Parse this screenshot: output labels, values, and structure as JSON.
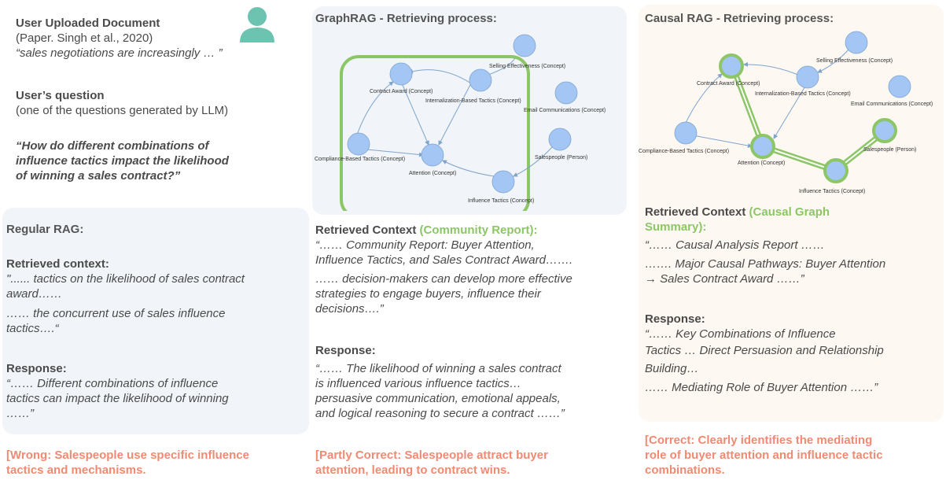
{
  "colors": {
    "accent_green": "#8cc666",
    "verdict_red": "#f08a72",
    "panel_gray": "#f1f4f8",
    "panel_cream": "#fdf8f2",
    "node_blue": "#a3c6f5",
    "avatar_teal": "#6cc3b0"
  },
  "upload": {
    "title": "User Uploaded Document",
    "source": "(Paper. Singh et al., 2020)",
    "quote": "“sales negotiations are increasingly … ”",
    "question_title": "User’s question",
    "question_note": "(one of the questions generated by LLM)",
    "question_line1": "“How do different combinations of",
    "question_line2": "influence tactics impact the likelihood",
    "question_line3": "of winning a sales contract?”"
  },
  "regular": {
    "heading": "Regular RAG:",
    "context_title": "Retrieved context:",
    "context_line1": "\"...... tactics on the likelihood of sales contract",
    "context_line2": "award……",
    "context_line3": "…… the concurrent use of sales influence",
    "context_line4": "tactics….“",
    "response_title": "Response:",
    "response_line1": "“…… Different combinations of influence",
    "response_line2": "tactics can impact the likelihood of winning",
    "response_line3": "……”",
    "verdict_line1": "[Wrong: Salespeople use specific influence",
    "verdict_line2": "tactics and mechanisms."
  },
  "graphrag": {
    "heading": "GraphRAG - Retrieving process:",
    "context_title": "Retrieved Context ",
    "context_type": "(Community Report):",
    "context_line1": "“…… Community Report: Buyer Attention,",
    "context_line2": "Influence Tactics, and Sales Contract Award…….",
    "context_line3": "…… decision-makers can develop more effective",
    "context_line4": "strategies to engage buyers, influence their",
    "context_line5": "decisions….”",
    "response_title": "Response:",
    "response_line1": "“…… The likelihood of winning a sales contract",
    "response_line2": "is influenced various influence tactics…",
    "response_line3": "persuasive communication, emotional appeals,",
    "response_line4": "and logical reasoning to secure a contract ……”",
    "verdict_line1": "[Partly Correct: Salespeople attract buyer",
    "verdict_line2": "attention, leading to contract wins."
  },
  "causal": {
    "heading": "Causal RAG - Retrieving process:",
    "context_title": "Retrieved Context ",
    "context_type_line1": "(Causal Graph",
    "context_type_line2": "Summary):",
    "context_line1": "“…… Causal Analysis Report ……",
    "context_line2": "……. Major Causal Pathways: Buyer Attention",
    "context_line3": "→ Sales Contract Award ……”",
    "response_title": "Response:",
    "response_line1": "“…… Key Combinations of Influence",
    "response_line2": "Tactics … Direct Persuasion and Relationship",
    "response_line3": "Building…",
    "response_line4": "…… Mediating Role of Buyer Attention ……”",
    "verdict_line1": "[Correct: Clearly identifies the mediating",
    "verdict_line2": "role of buyer attention and influence tactic",
    "verdict_line3": "combinations."
  },
  "graph_nodes": {
    "selling": "Selling Effectiveness (Concept)",
    "contract": "Contract Award (Concept)",
    "internal": "Internalization-Based Tactics (Concept)",
    "email": "Email Communications (Concept)",
    "compliance": "Compliance-Based Tactics (Concept)",
    "attention": "Attention (Concept)",
    "sales": "Salespeople (Person)",
    "influence": "Influence Tactics (Concept)"
  }
}
